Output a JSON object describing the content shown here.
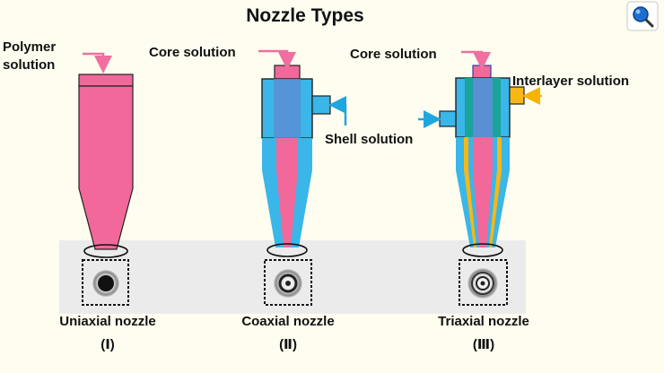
{
  "title": "Nozzle Types",
  "labels": {
    "polymer_line1": "Polymer",
    "polymer_line2": "solution",
    "core1": "Core solution",
    "core2": "Core solution",
    "shell": "Shell solution",
    "interlayer": "Interlayer solution"
  },
  "nozzles": [
    {
      "name": "Uniaxial nozzle",
      "numeral": "(Ⅰ)"
    },
    {
      "name": "Coaxial nozzle",
      "numeral": "(Ⅱ)"
    },
    {
      "name": "Triaxial nozzle",
      "numeral": "(Ⅲ)"
    }
  ],
  "colors": {
    "pink": "#f2689a",
    "blue": "#3ab6e8",
    "yellow": "#f8b716",
    "teal": "#1aa49a",
    "pink_arrow": "#f06fa0",
    "blue_arrow": "#1fa6e0",
    "yellow_arrow": "#f5b400"
  },
  "corner_icon": "search-magnifier-icon"
}
